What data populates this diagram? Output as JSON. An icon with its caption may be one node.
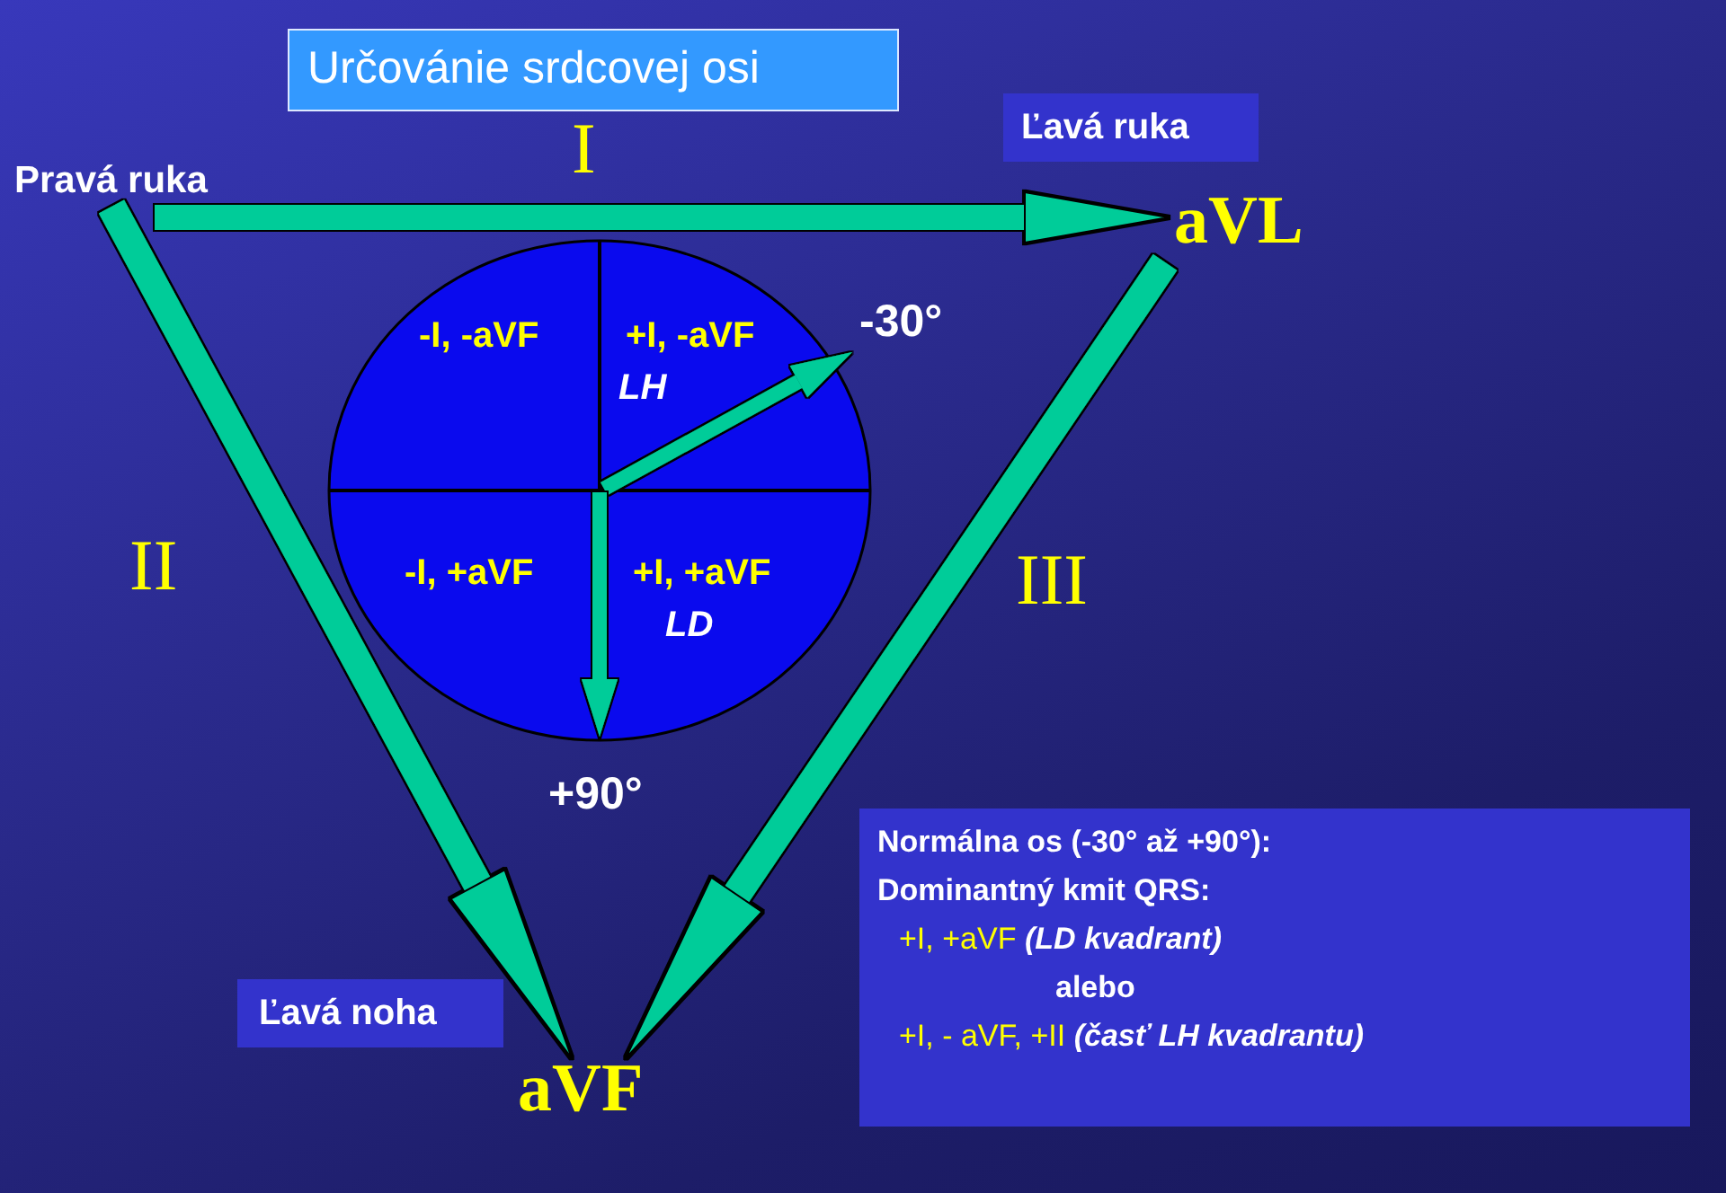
{
  "diagram": {
    "title": "Určovánie srdcovej osi",
    "nodes": [
      {
        "text": [
          "Pravá ruka"
        ]
      },
      {
        "text": [
          "Ľavá ruka"
        ]
      },
      {
        "text": [
          "aVL"
        ]
      },
      {
        "text": [],
        "shape": "circle"
      },
      {
        "text": [
          "-I, -aVF"
        ],
        "in": 3
      },
      {
        "text": [
          "+I, -aVF",
          "LH"
        ],
        "in": 3
      },
      {
        "text": [
          "-I, +aVF"
        ],
        "in": 3
      },
      {
        "text": [
          "+I, +aVF",
          "LD"
        ],
        "in": 3
      },
      {
        "text": [
          "Normálna os (-30° až +90°):",
          "Dominantný kmit QRS:",
          "+I, +aVF *(LD kvadrant)*",
          "alebo",
          "+I, - aVF, +II *(časť LH kvadrantu)*"
        ]
      },
      {
        "text": [
          "Ľavá noha"
        ]
      },
      {
        "text": [
          "aVF"
        ]
      }
    ],
    "edges": [
      {
        "from": 0,
        "to": 2,
        "arrow": "to",
        "label": "I"
      },
      {
        "from": 0,
        "to": 10,
        "arrow": "to",
        "label": "II"
      },
      {
        "from": 2,
        "to": 10,
        "arrow": "to",
        "label": "III"
      }
    ],
    "labels": [
      "-30°",
      "+90°"
    ]
  }
}
